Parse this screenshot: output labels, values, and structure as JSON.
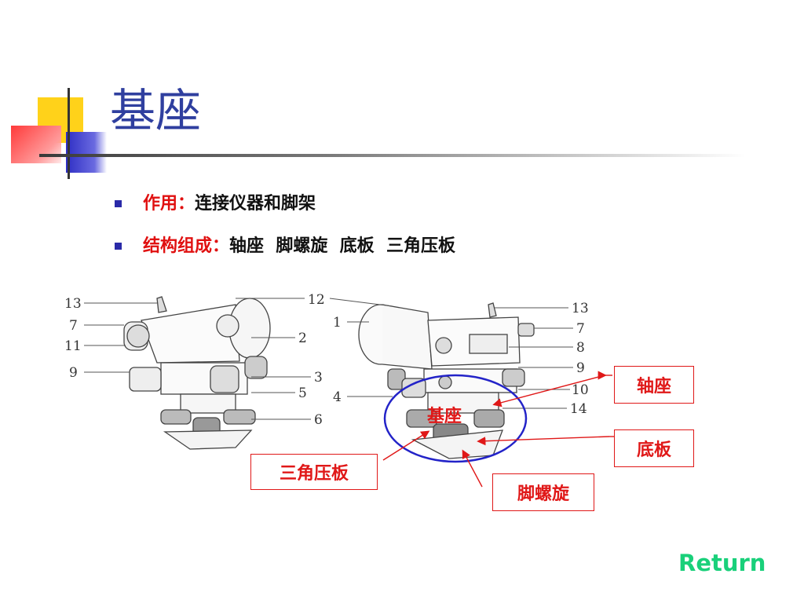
{
  "slide": {
    "title": "基座",
    "bullets": [
      {
        "label": "作用：",
        "value": "连接仪器和脚架"
      },
      {
        "label": "结构组成：",
        "value": "轴座  脚螺旋  底板  三角压板"
      }
    ],
    "diagram": {
      "left_numbers": [
        "13",
        "7",
        "11",
        "9",
        "12",
        "2",
        "3",
        "5",
        "6"
      ],
      "right_numbers": [
        "1",
        "4",
        "13",
        "7",
        "8",
        "9",
        "10",
        "14"
      ],
      "center_label": "基座",
      "callouts": {
        "zhouzuo": "轴座",
        "diban": "底板",
        "sanjiao": "三角压板",
        "jiaoluoxuan": "脚螺旋"
      }
    },
    "return_label": "Return",
    "colors": {
      "title": "#2f3f9f",
      "label": "#e01010",
      "accent": "#e01818",
      "return": "#19d07a",
      "ellipse": "#2323c8"
    }
  }
}
